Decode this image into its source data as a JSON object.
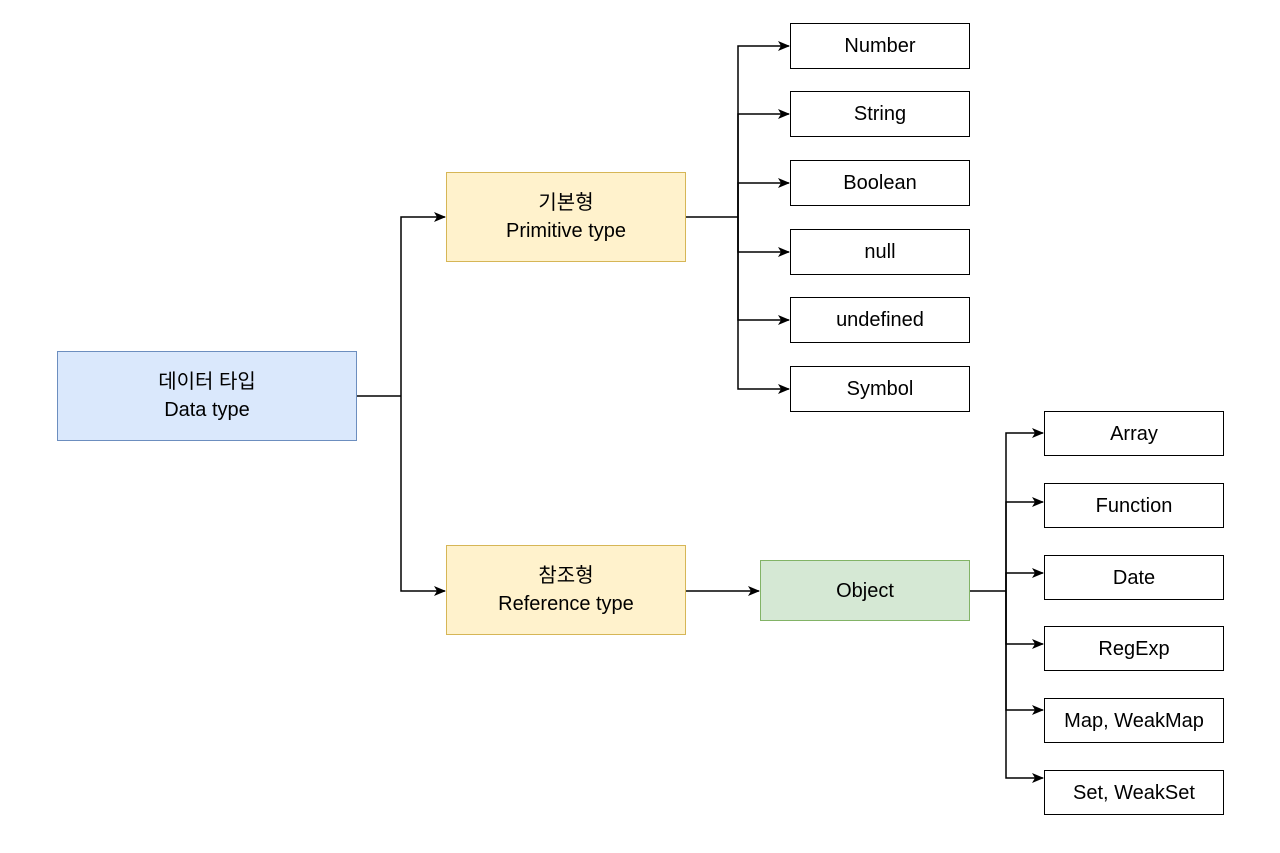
{
  "root": {
    "line1": "데이터 타입",
    "line2": "Data type"
  },
  "primitive": {
    "line1": "기본형",
    "line2": "Primitive type"
  },
  "reference": {
    "line1": "참조형",
    "line2": "Reference type"
  },
  "object": {
    "label": "Object"
  },
  "primitive_types": [
    "Number",
    "String",
    "Boolean",
    "null",
    "undefined",
    "Symbol"
  ],
  "object_types": [
    "Array",
    "Function",
    "Date",
    "RegExp",
    "Map, WeakMap",
    "Set, WeakSet"
  ],
  "colors": {
    "root_fill": "#dae8fc",
    "root_stroke": "#6c8ebf",
    "category_fill": "#fff2cc",
    "category_stroke": "#d6b656",
    "object_fill": "#d5e8d4",
    "object_stroke": "#82b366",
    "leaf_fill": "#ffffff",
    "leaf_stroke": "#000000",
    "connector": "#000000"
  }
}
